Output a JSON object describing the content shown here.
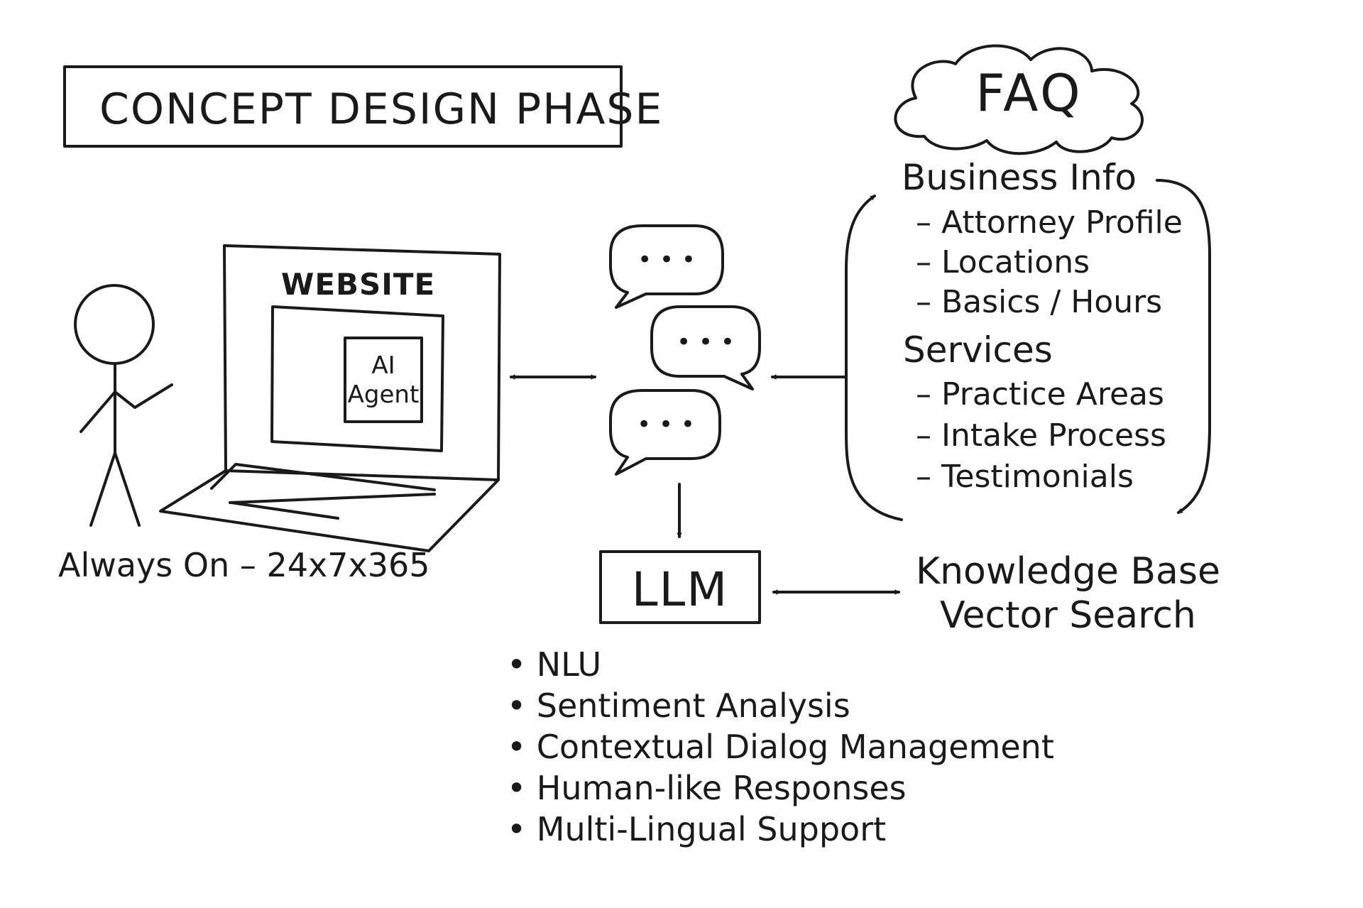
{
  "title": "CONCEPT DESIGN PHASE",
  "website_label": "WEBSITE",
  "agent_label": [
    "AI",
    "Agent"
  ],
  "caption": "Always On – 24x7x365",
  "faq": {
    "title": "FAQ",
    "sections": [
      {
        "heading": "Business Info",
        "items": [
          "– Attorney Profile",
          "– Locations",
          "– Basics / Hours"
        ]
      },
      {
        "heading": "Services",
        "items": [
          "– Practice Areas",
          "– Intake Process",
          "– Testimonials"
        ]
      }
    ]
  },
  "llm_label": "LLM",
  "knowledge_base": [
    "Knowledge Base",
    "Vector Search"
  ],
  "llm_features": [
    "• NLU",
    "• Sentiment Analysis",
    "• Contextual Dialog Management",
    "• Human-like Responses",
    "• Multi-Lingual Support"
  ],
  "chat_bubble_text": "• • •"
}
